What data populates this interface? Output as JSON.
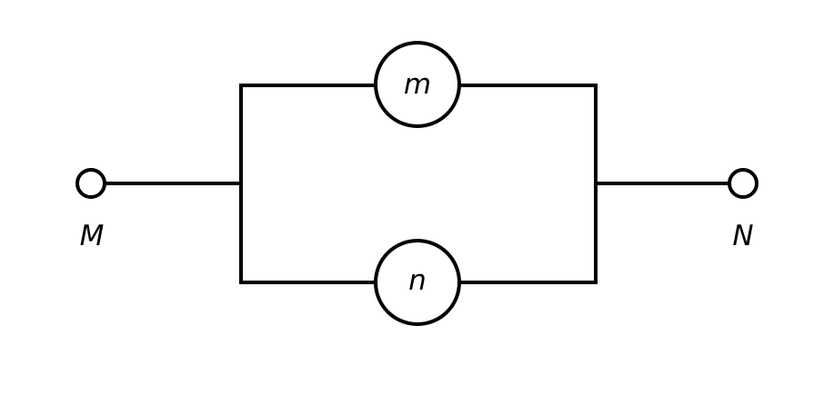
{
  "diagram": {
    "terminals": {
      "left": "M",
      "right": "N"
    },
    "components": {
      "top": "m",
      "bottom": "n"
    },
    "connection": "parallel",
    "colors": {
      "line": "#000000",
      "background": "#ffffff"
    }
  }
}
